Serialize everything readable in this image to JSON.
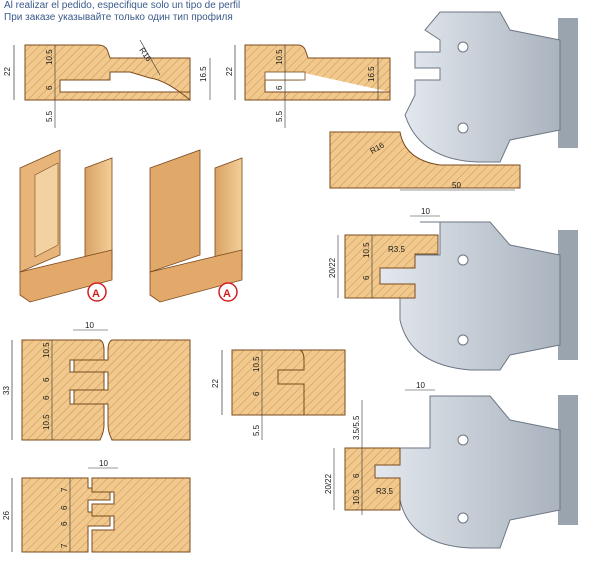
{
  "notes": {
    "es": "Al realizar el pedido, especifique solo un tipo de perfil",
    "ru": "При заказе указывайте только один тип профиля"
  },
  "colors": {
    "wood": "#f2c98c",
    "hatch": "#c9915a",
    "steel": "#c3ccd7",
    "steel_dark": "#8d97a3",
    "badge": "#d21f1f"
  },
  "profile1": {
    "radius": "R16",
    "d_total": "22",
    "d_top": "10.5",
    "d_groove": "6",
    "d_bottom": "5.5",
    "d_depth": "16.5"
  },
  "profile2": {
    "d_total": "22",
    "d_top": "10.5",
    "d_groove": "6",
    "d_bottom": "5.5",
    "d_depth": "16.5"
  },
  "cutter1": {
    "radius": "R16",
    "width": "50"
  },
  "cutter2": {
    "width": "10",
    "radius": "R3.5",
    "d_range": "20/22",
    "d_top": "10.5",
    "d_groove": "6"
  },
  "cutter3": {
    "width": "10",
    "d_top": "3.5/5.5",
    "d_range": "20/22",
    "d_groove": "6",
    "radius": "R3.5",
    "d_bottom": "10.5"
  },
  "joint1": {
    "width": "10",
    "d_total": "33",
    "d_a": "10.5",
    "d_b": "6",
    "d_c": "6",
    "d_d": "10.5"
  },
  "joint2": {
    "d_total": "22",
    "d_top": "10.5",
    "d_groove": "6",
    "d_bottom": "5.5"
  },
  "joint3": {
    "width": "10",
    "d_total": "26",
    "d_a": "7",
    "d_b": "6",
    "d_c": "6",
    "d_d": "7"
  },
  "badges": {
    "a1": "A",
    "a2": "A"
  }
}
